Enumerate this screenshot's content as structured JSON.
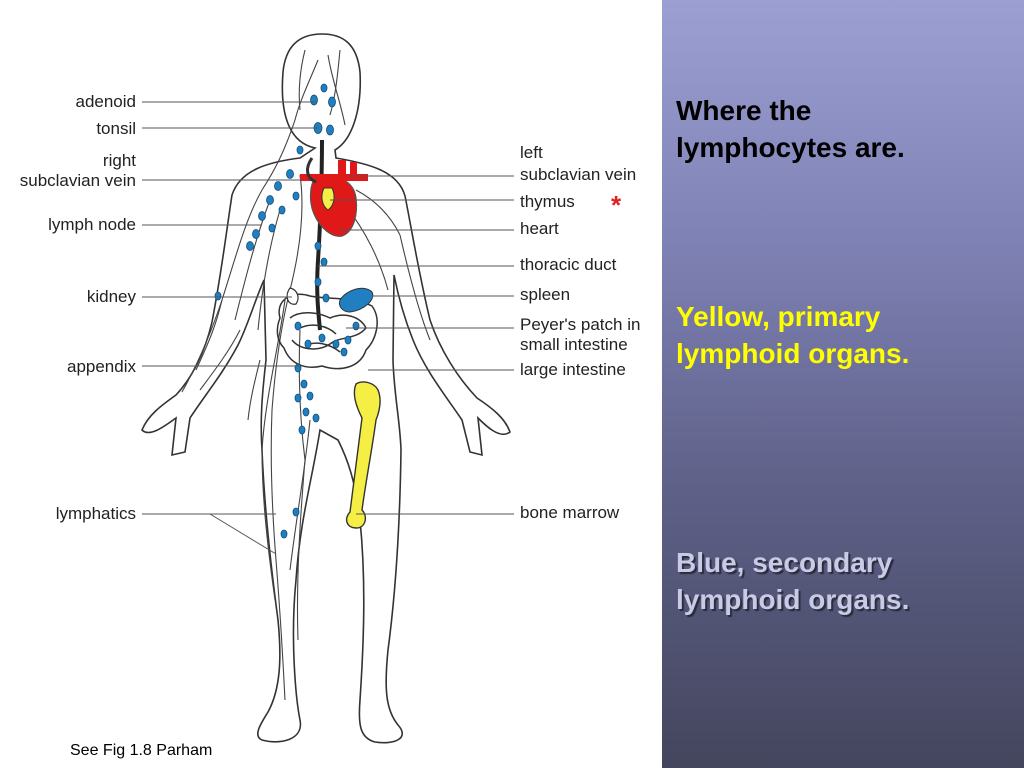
{
  "figure": {
    "labels_left": {
      "adenoid": "adenoid",
      "tonsil": "tonsil",
      "right_subclavian_line1": "right",
      "right_subclavian_line2": "subclavian vein",
      "lymph_node": "lymph node",
      "kidney": "kidney",
      "appendix": "appendix",
      "lymphatics": "lymphatics"
    },
    "labels_right": {
      "left_subclavian_line1": "left",
      "left_subclavian_line2": "subclavian vein",
      "thymus": "thymus",
      "heart": "heart",
      "thoracic_duct": "thoracic duct",
      "spleen": "spleen",
      "peyers_line1": "Peyer's patch in",
      "peyers_line2": "small intestine",
      "large_intestine": "large intestine",
      "bone_marrow": "bone marrow"
    },
    "marker": "*",
    "caption": "See Fig 1.8 Parham",
    "colors": {
      "primary_organ": "#f5ef45",
      "secondary_organ": "#1f7fc0",
      "heart": "#e01818",
      "outline": "#333333",
      "marker": "#e02020"
    }
  },
  "panel": {
    "heading": "Where the lymphocytes are.",
    "primary_note": "Yellow, primary lymphoid organs.",
    "secondary_note": "Blue, secondary lymphoid organs.",
    "colors": {
      "heading": "#000000",
      "primary_note": "#ffff00",
      "secondary_note": "#c9cbe6"
    }
  }
}
